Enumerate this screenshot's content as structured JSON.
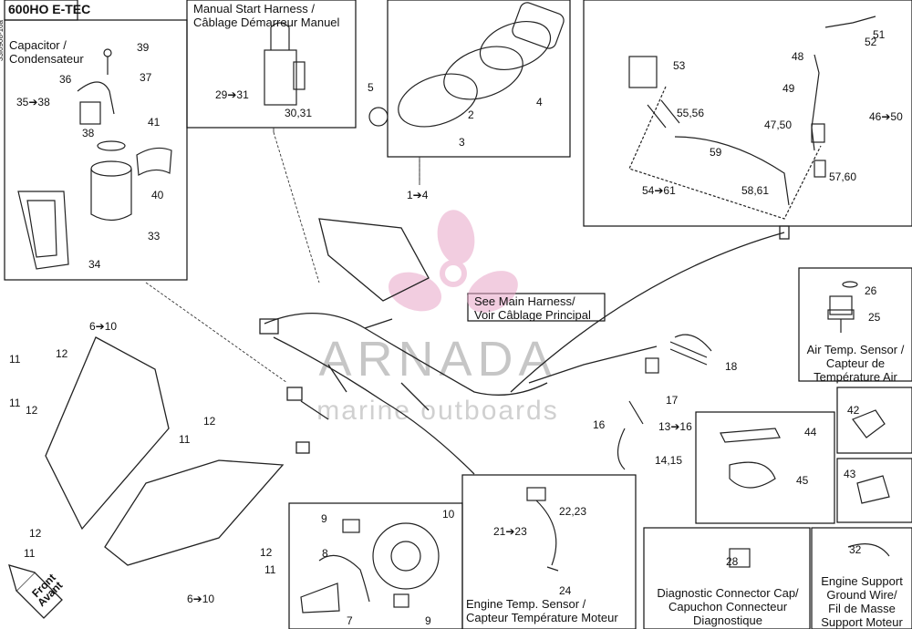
{
  "title": "600HO E-TEC",
  "doc_id": "33I0908-16a",
  "watermark": {
    "line1": "ARNADA",
    "line2": "marine outboards",
    "color": "#e8a6c8"
  },
  "boxes": {
    "capacitor": {
      "line1": "Capacitor /",
      "line2": "Condensateur"
    },
    "manual_start": {
      "line1": "Manual Start Harness /",
      "line2": "Câblage Démarreur Manuel"
    },
    "main_harness": {
      "line1": "See Main Harness/",
      "line2": "Voir Câblage Principal"
    },
    "air_temp": {
      "line1": "Air Temp. Sensor /",
      "line2": "Capteur de",
      "line3": "Température Air"
    },
    "engine_temp": {
      "line1": "Engine Temp. Sensor /",
      "line2": "Capteur Température Moteur"
    },
    "diag_cap": {
      "line1": "Diagnostic Connector Cap/",
      "line2": "Capuchon Connecteur",
      "line3": "Diagnostique"
    },
    "engine_support": {
      "line1": "Engine Support",
      "line2": "Ground Wire/",
      "line3": "Fil de Masse",
      "line4": "Support Moteur"
    },
    "front": {
      "line1": "Front",
      "line2": "Avant"
    }
  },
  "callouts": [
    "39",
    "37",
    "36",
    "35➔38",
    "41",
    "38",
    "40",
    "33",
    "34",
    "29➔31",
    "30,31",
    "5",
    "2",
    "3",
    "4",
    "1➔4",
    "51",
    "52",
    "48",
    "49",
    "53",
    "55,56",
    "47,50",
    "46➔50",
    "59",
    "57,60",
    "54➔61",
    "58,61",
    "26",
    "25",
    "6➔10",
    "11",
    "12",
    "11",
    "12",
    "11",
    "12",
    "12",
    "11",
    "12",
    "11",
    "6➔10",
    "18",
    "17",
    "13➔16",
    "16",
    "14,15",
    "9",
    "10",
    "8",
    "7",
    "9",
    "22,23",
    "21➔23",
    "24",
    "42",
    "44",
    "45",
    "43",
    "28",
    "32"
  ]
}
